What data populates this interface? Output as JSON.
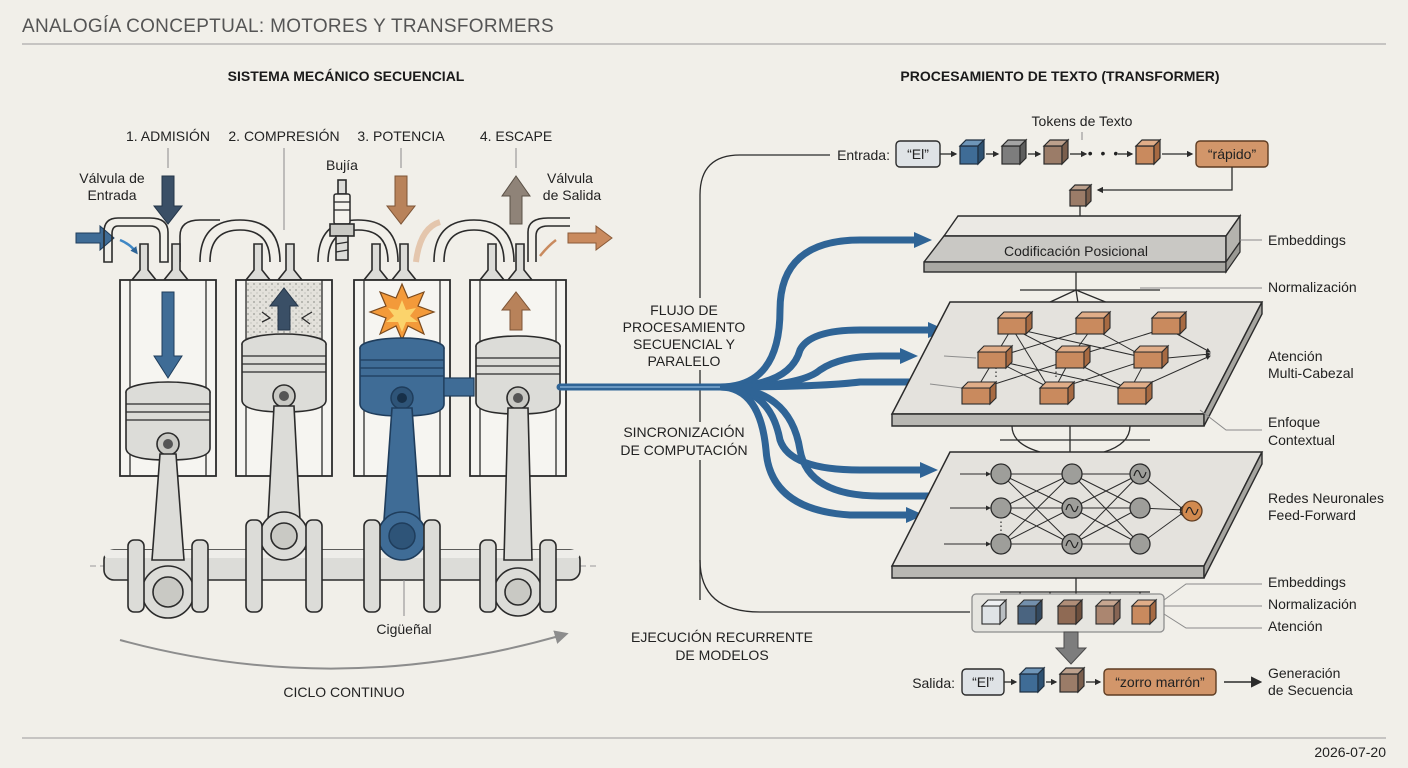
{
  "header": {
    "title": "ANALOGÍA CONCEPTUAL: MOTORES Y TRANSFORMERS",
    "date": "2026-07-20"
  },
  "engine": {
    "heading": "SISTEMA MECÁNICO SECUENCIAL",
    "strokes": [
      "1. ADMISIÓN",
      "2. COMPRESIÓN",
      "3. POTENCIA",
      "4. ESCAPE"
    ],
    "spark_plug": "Bujía",
    "intake_valve": [
      "Válvula de",
      "Entrada"
    ],
    "exhaust_valve": [
      "Válvula",
      "de Salida"
    ],
    "crankshaft": "Cigüeñal",
    "cycle": "CICLO CONTINUO"
  },
  "middle": {
    "flow": [
      "FLUJO DE",
      "PROCESAMIENTO",
      "SECUENCIAL Y",
      "PARALELO"
    ],
    "sync": [
      "SINCRONIZACIÓN",
      "DE COMPUTACIÓN"
    ],
    "recurrent": [
      "EJECUCIÓN RECURRENTE",
      "DE MODELOS"
    ]
  },
  "transformer": {
    "heading": "PROCESAMIENTO DE TEXTO (TRANSFORMER)",
    "tokens_label": "Tokens de Texto",
    "input_label": "Entrada:",
    "input_first": "“El”",
    "input_last": "“rápido”",
    "positional": "Codificación Posicional",
    "output_label": "Salida:",
    "output_first": "“El”",
    "output_last": "“zorro marrón”",
    "side_labels": {
      "embeddings": "Embeddings",
      "normalization": "Normalización",
      "attention": [
        "Atención",
        "Multi-Cabezal"
      ],
      "focus": [
        "Enfoque",
        "Contextual"
      ],
      "ffn": [
        "Redes Neuronales",
        "Feed-Forward"
      ],
      "embeddings2": "Embeddings",
      "normalization2": "Normalización",
      "attention2": "Atención",
      "generation": [
        "Generación",
        "de Secuencia"
      ]
    }
  },
  "colors": {
    "blue": "#3f6c96",
    "orange": "#c98a5e",
    "gray": "#7d7d7d",
    "background": "#f1efe9"
  }
}
